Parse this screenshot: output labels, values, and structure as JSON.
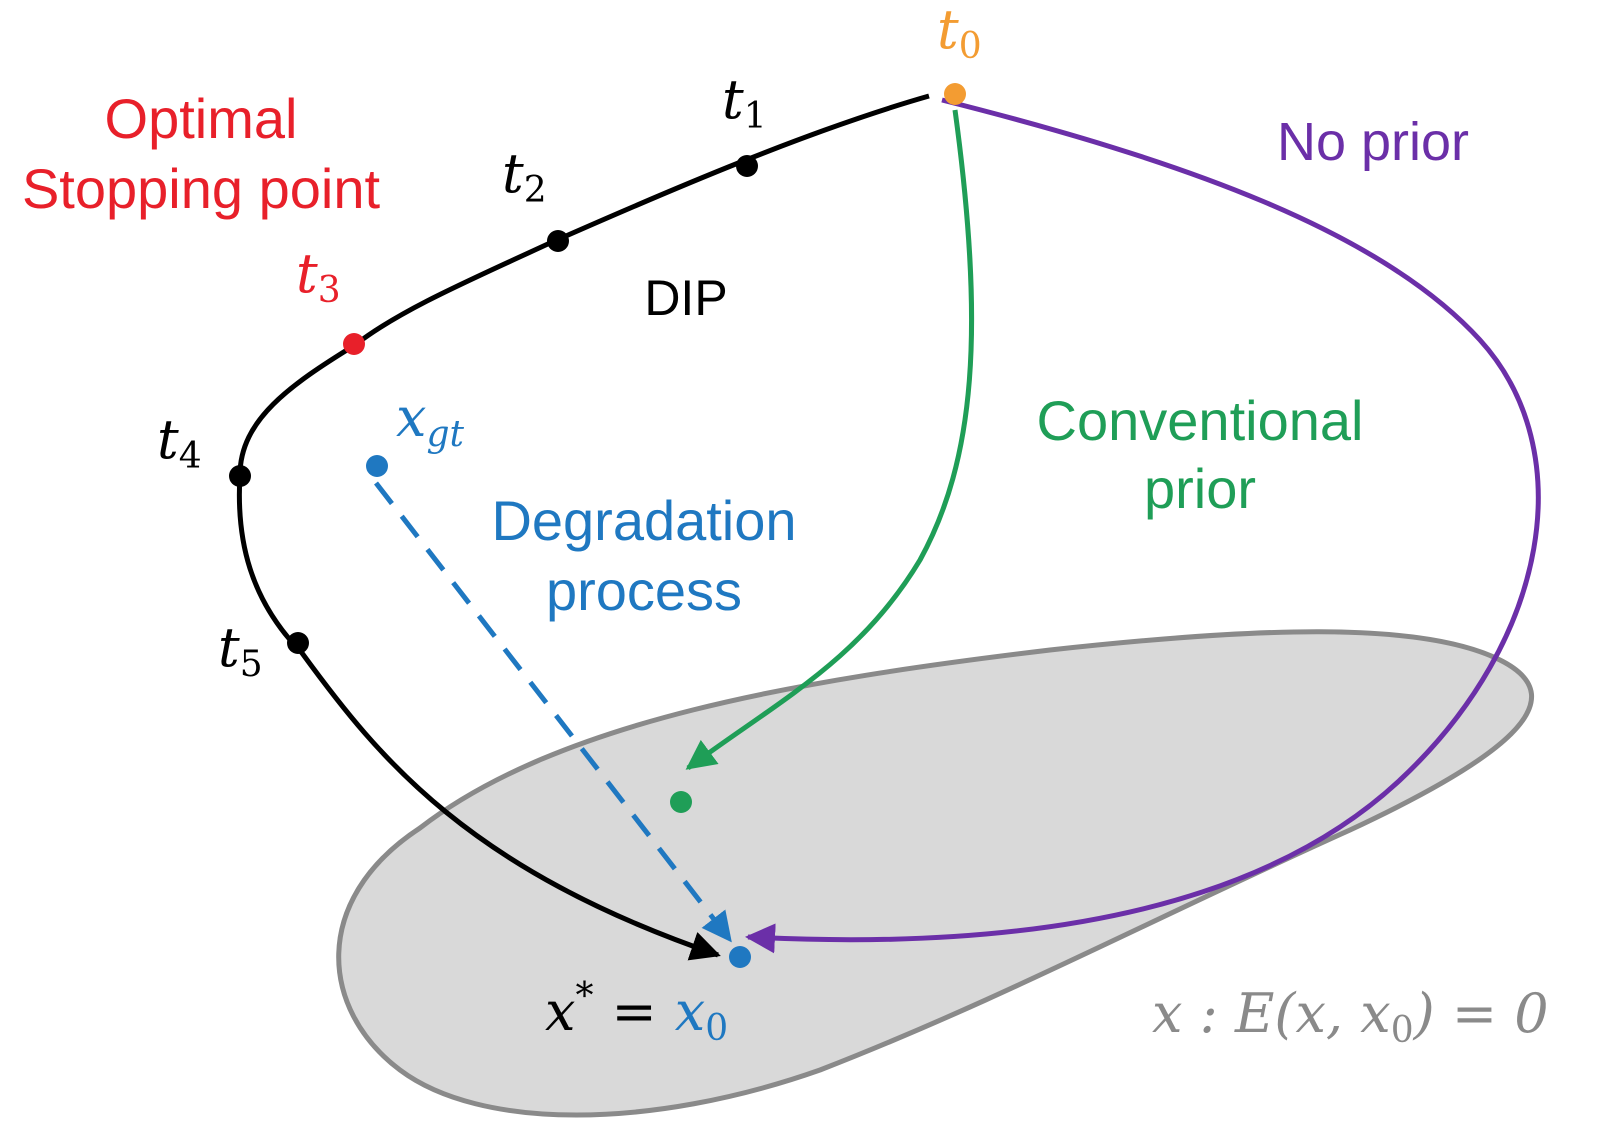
{
  "colors": {
    "dip": "#000000",
    "optimal": "#e8202a",
    "start": "#f39c32",
    "conventional": "#1f9e57",
    "no_prior": "#6b2fa8",
    "degradation": "#1f78c1",
    "region_fill": "#d9d9d9",
    "region_stroke": "#8a8a8a",
    "region_text": "#8a8a8a"
  },
  "labels": {
    "optimal_line1": "Optimal",
    "optimal_line2": "Stopping point",
    "dip": "DIP",
    "no_prior": "No prior",
    "conventional_line1": "Conventional",
    "conventional_line2": "prior",
    "degradation_line1": "Degradation",
    "degradation_line2": "process"
  },
  "math": {
    "t0": {
      "base": "t",
      "sub": "0"
    },
    "t1": {
      "base": "t",
      "sub": "1"
    },
    "t2": {
      "base": "t",
      "sub": "2"
    },
    "t3": {
      "base": "t",
      "sub": "3"
    },
    "t4": {
      "base": "t",
      "sub": "4"
    },
    "t5": {
      "base": "t",
      "sub": "5"
    },
    "xgt": {
      "base": "x",
      "sub": "gt"
    },
    "result": {
      "lhs": "x",
      "sup": "*",
      "eq": "=",
      "rhs": "x",
      "rhs_sub": "0"
    },
    "region": {
      "text1": "x : E(x, x",
      "sub": "0",
      "text2": ") = 0"
    }
  },
  "icons": {
    "arrowhead": "filled-triangle-arrowhead",
    "point": "filled-circle-marker"
  }
}
